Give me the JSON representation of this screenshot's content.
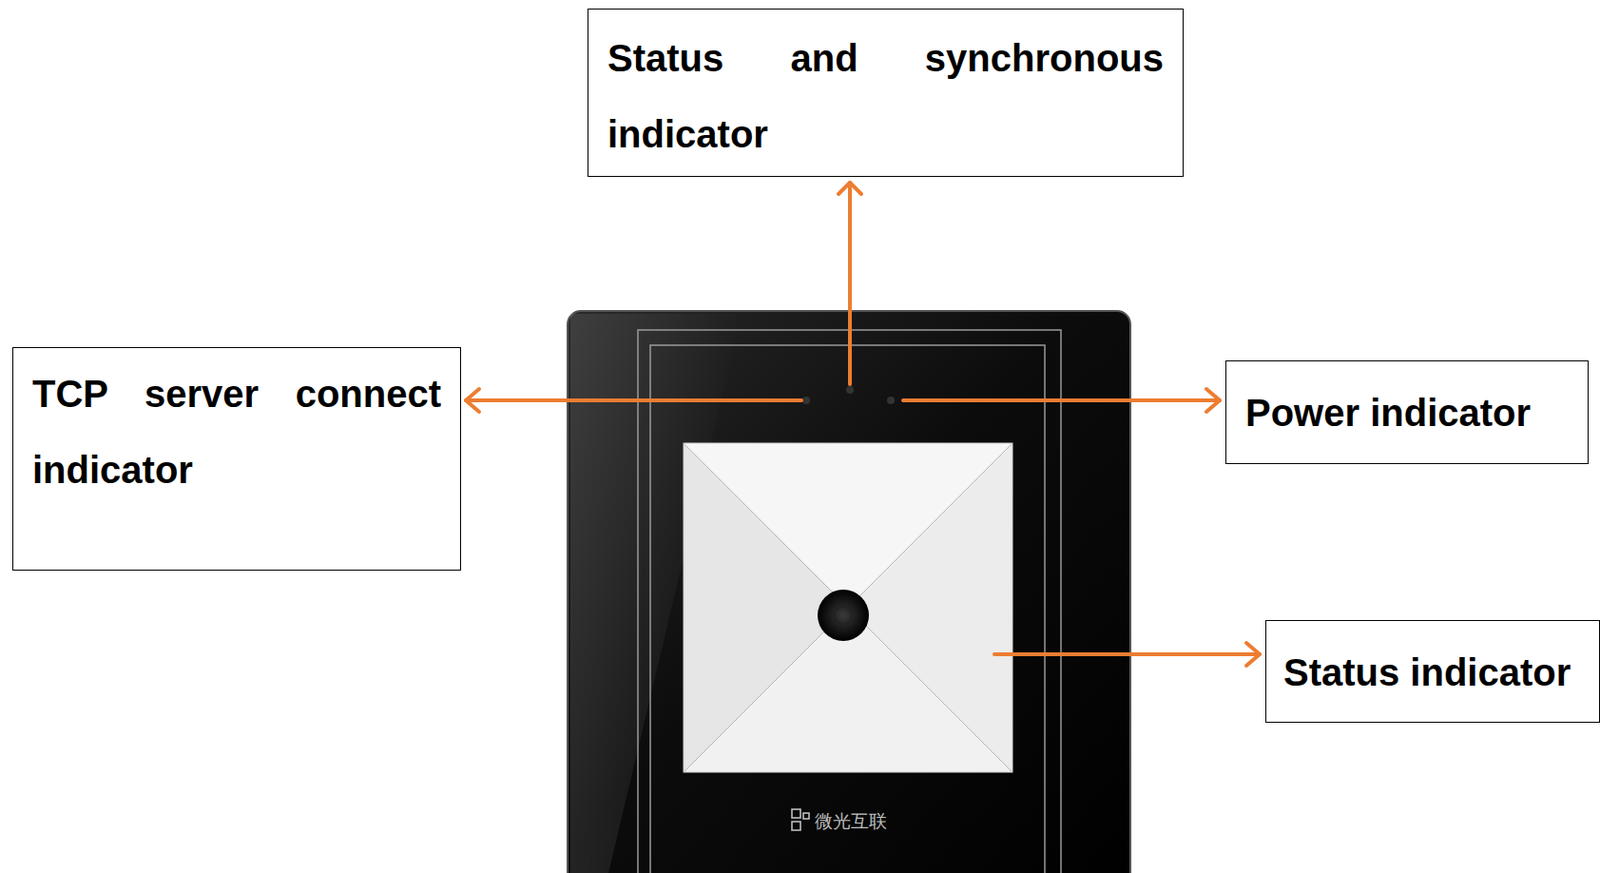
{
  "diagram": {
    "nodes": [
      {
        "text": [
          "Status and synchronous indicator"
        ]
      },
      {
        "text": [
          "TCP server connect indicator"
        ]
      },
      {
        "text": [
          "Power indicator"
        ]
      },
      {
        "text": [
          "Status indicator"
        ]
      }
    ],
    "labels": [
      "微光互联"
    ]
  }
}
